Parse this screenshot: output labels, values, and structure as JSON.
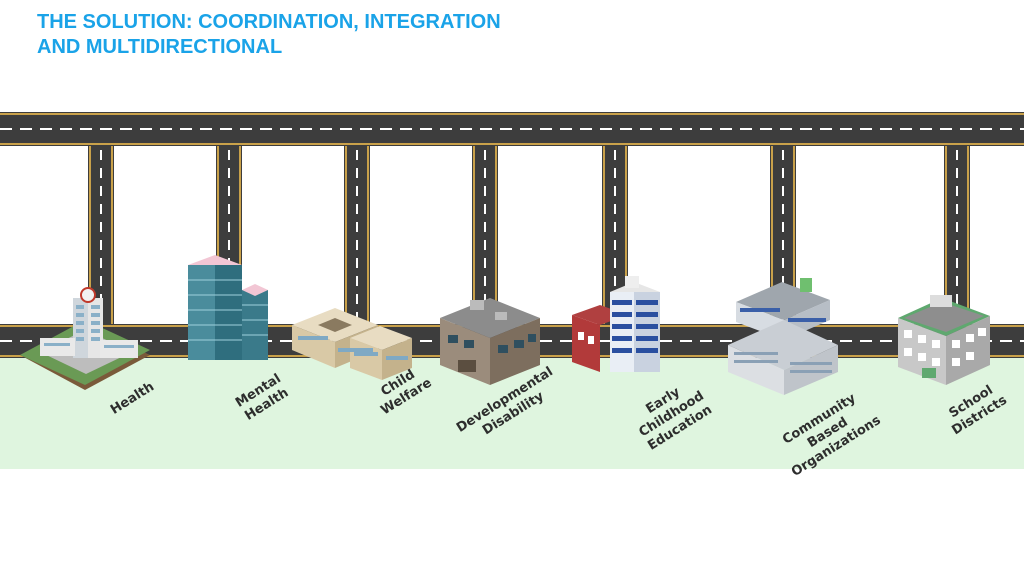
{
  "title": {
    "line1": "THE SOLUTION: COORDINATION, INTEGRATION",
    "line2": "AND MULTIDIRECTIONAL"
  },
  "colors": {
    "title": "#1aa3e8",
    "road": "#3d3d3d",
    "road_edge": "#c9a14a",
    "ground": "#dff5df"
  },
  "agencies": [
    {
      "lines": [
        "Health"
      ]
    },
    {
      "lines": [
        "Mental",
        "Health"
      ]
    },
    {
      "lines": [
        "Child",
        "Welfare"
      ]
    },
    {
      "lines": [
        "Developmental",
        "Disability"
      ]
    },
    {
      "lines": [
        "Early",
        "Childhood",
        "Education"
      ]
    },
    {
      "lines": [
        "Community",
        "Based",
        "Organizations"
      ]
    },
    {
      "lines": [
        "School",
        "Districts"
      ]
    }
  ]
}
